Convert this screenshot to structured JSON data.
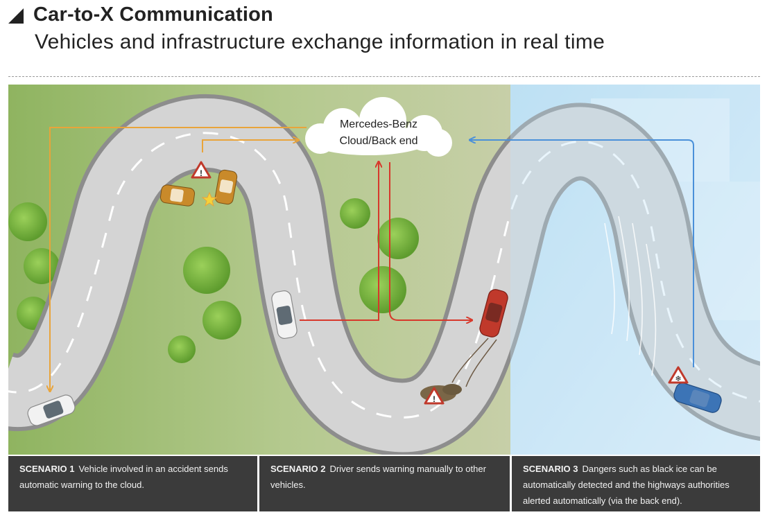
{
  "header": {
    "title": "Car-to-X Communication",
    "subtitle": "Vehicles and infrastructure exchange information in real time"
  },
  "cloud": {
    "line1": "Mercedes-Benz",
    "line2": "Cloud/Back end"
  },
  "colors": {
    "scenario1_arrow": "#e9a43a",
    "scenario2_arrow": "#d7382b",
    "scenario3_arrow": "#4a90d9",
    "caption_bg": "#3b3b3b",
    "road": "#d4d4d4",
    "road_edge": "#8d8d8d",
    "grass_left": "#9fbf72",
    "ice": "#cfe8f6"
  },
  "scenarios": [
    {
      "label": "SCENARIO 1",
      "text": "Vehicle involved in an accident sends automatic warning to the cloud."
    },
    {
      "label": "SCENARIO 2",
      "text": "Driver sends warning manually to other vehicles."
    },
    {
      "label": "SCENARIO 3",
      "text": "Dangers such as black ice can be automatically detected and the highways authorities alerted automatically (via the back end)."
    }
  ],
  "icons": [
    "warning-triangle-icon",
    "snowflake-warning-icon",
    "impact-star-icon",
    "cloud-icon"
  ]
}
